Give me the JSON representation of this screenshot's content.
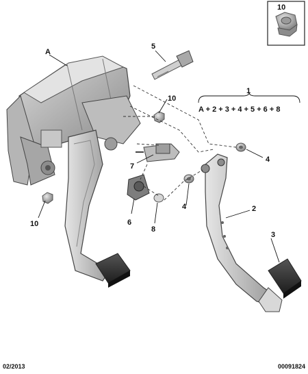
{
  "callouts": {
    "c1": "1",
    "c2": "2",
    "c3": "3",
    "c4a": "4",
    "c4b": "4",
    "c5": "5",
    "c6": "6",
    "c7": "7",
    "c8": "8",
    "c10_top": "10",
    "c10_mid": "10",
    "c10_left": "10",
    "cA": "A"
  },
  "formula": "A + 2 + 3 + 4 + 5 + 6 + 8",
  "footer": {
    "date": "02/2013",
    "ref": "00091824"
  }
}
